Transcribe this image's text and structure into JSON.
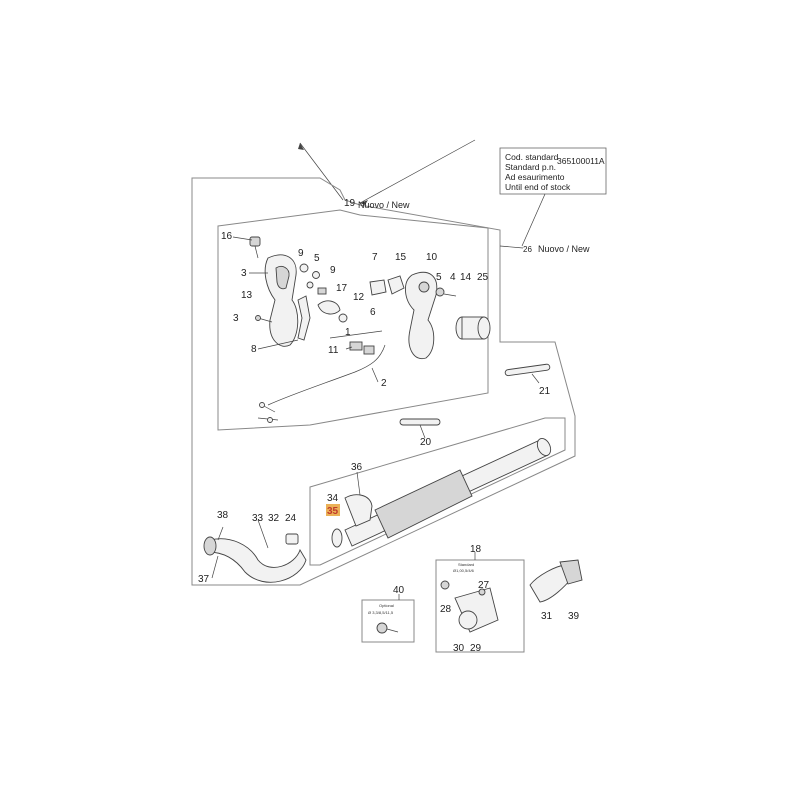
{
  "legend_box": {
    "line1_label": "Cod. standard",
    "line1_code": "365100011A",
    "line2": "Standard p.n.",
    "line3": "Ad esaurimento",
    "line4": "Until end of stock"
  },
  "callouts": {
    "new_19": "Nuovo / New",
    "new_26": "Nuovo / New",
    "standard_18": "Standard",
    "standard_18_spec": "Ø1,00,5/4/6",
    "optional_40": "Optional",
    "optional_40_spec": "Ø 3,3/8,5/11,5"
  },
  "highlight_color": "#e8a33a",
  "labels": {
    "l1": "1",
    "l2": "2",
    "l3a": "3",
    "l3b": "3",
    "l4": "4",
    "l5a": "5",
    "l5b": "5",
    "l6": "6",
    "l7": "7",
    "l8": "8",
    "l9a": "9",
    "l9b": "9",
    "l10": "10",
    "l11": "11",
    "l12": "12",
    "l13": "13",
    "l14": "14",
    "l15": "15",
    "l16": "16",
    "l17": "17",
    "l18": "18",
    "l19": "19",
    "l20": "20",
    "l21": "21",
    "l24": "24",
    "l25": "25",
    "l26": "26",
    "l27": "27",
    "l28": "28",
    "l29": "29",
    "l30": "30",
    "l31": "31",
    "l32": "32",
    "l33": "33",
    "l34": "34",
    "l35": "35",
    "l36": "36",
    "l37": "37",
    "l38": "38",
    "l39": "39",
    "l40": "40"
  }
}
